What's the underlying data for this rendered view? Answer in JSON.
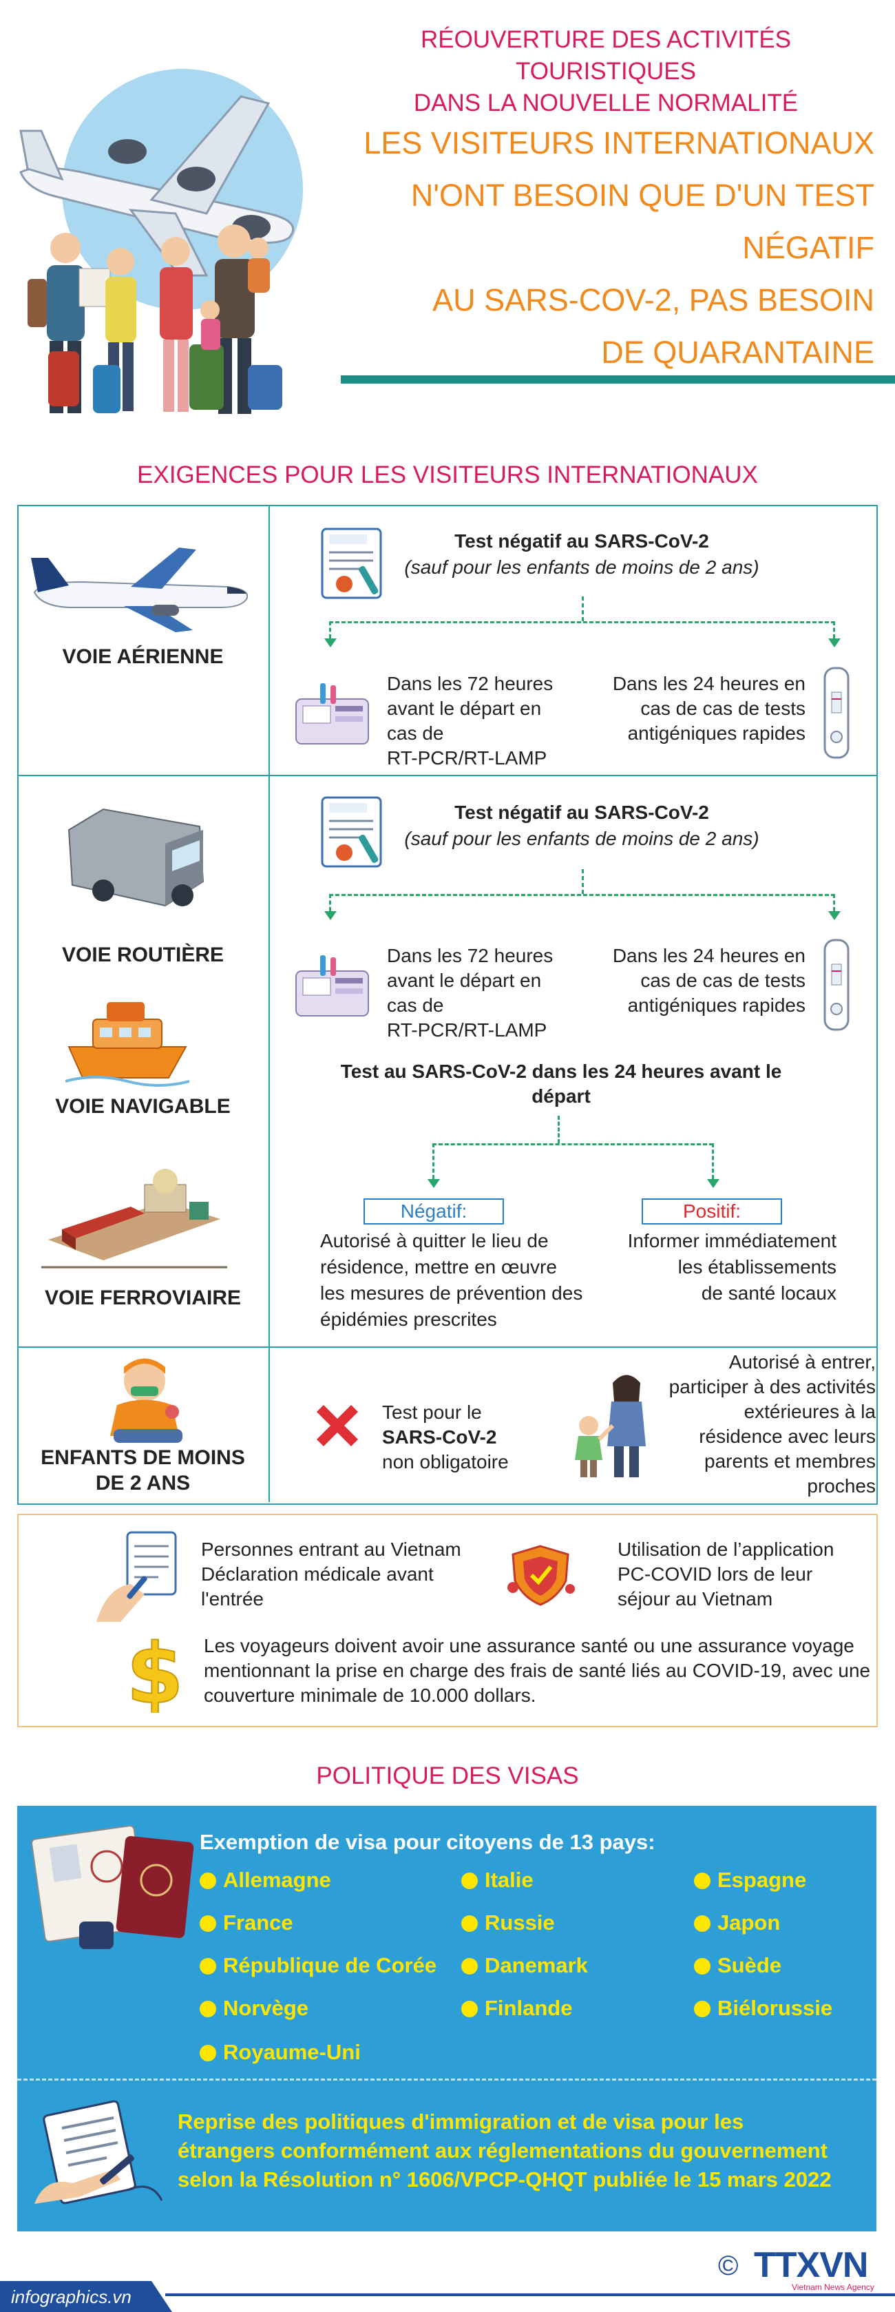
{
  "header": {
    "subtitle_line1": "RÉOUVERTURE DES ACTIVITÉS TOURISTIQUES",
    "subtitle_line2": "DANS LA NOUVELLE NORMALITÉ",
    "title_lines": [
      "LES VISITEURS INTERNATIONAUX",
      "N'ONT BESOIN QUE D'UN TEST NÉGATIF",
      "AU SARS-COV-2, PAS BESOIN",
      "DE QUARANTAINE"
    ]
  },
  "requirements": {
    "heading": "EXIGENCES POUR LES VISITEURS INTERNATIONAUX",
    "air": {
      "label": "VOIE AÉRIENNE",
      "test_title": "Test négatif au SARS-CoV-2",
      "test_note": "(sauf pour les enfants de moins de 2 ans)",
      "left_lines": [
        "Dans les 72 heures",
        "avant le départ en",
        "cas de",
        "RT-PCR/RT-LAMP"
      ],
      "right_lines": [
        "Dans les 24 heures en",
        "cas de cas de tests",
        "antigéniques rapides"
      ]
    },
    "land": {
      "labels": [
        "VOIE ROUTIÈRE",
        "VOIE NAVIGABLE",
        "VOIE FERROVIAIRE"
      ],
      "test_title": "Test négatif au SARS-CoV-2",
      "test_note": "(sauf pour les enfants de moins de 2 ans)",
      "left_lines": [
        "Dans les 72 heures",
        "avant le départ en",
        "cas de",
        "RT-PCR/RT-LAMP"
      ],
      "right_lines": [
        "Dans les 24 heures en",
        "cas de cas de tests",
        "antigéniques rapides"
      ],
      "second_test_lines": [
        "Test au SARS-CoV-2 dans les 24 heures avant le",
        "départ"
      ],
      "negative_label": "Négatif:",
      "positive_label": "Positif:",
      "negative_lines": [
        "Autorisé à quitter le lieu de",
        "résidence, mettre en œuvre",
        "les mesures de prévention des",
        "épidémies prescrites"
      ],
      "positive_lines": [
        "Informer immédiatement",
        "les établissements",
        "de santé locaux"
      ]
    },
    "children": {
      "label_lines": [
        "ENFANTS DE MOINS",
        "DE 2 ANS"
      ],
      "test_lines": [
        "Test pour  le",
        "SARS-CoV-2",
        "non obligatoire"
      ],
      "right_lines": [
        "Autorisé à entrer,",
        "participer à des activités",
        "extérieures à la",
        "résidence avec leurs",
        "parents et membres",
        "proches"
      ]
    }
  },
  "info": {
    "declaration_lines": [
      "Personnes entrant au Vietnam",
      "Déclaration médicale avant",
      "l'entrée"
    ],
    "app_lines": [
      "Utilisation de l’application",
      "PC-COVID lors de leur",
      "séjour au Vietnam"
    ],
    "insurance_lines": [
      "Les voyageurs doivent avoir une assurance santé ou une assurance voyage",
      "mentionnant la prise en charge des frais de santé liés au COVID-19, avec une",
      "couverture minimale de 10.000 dollars."
    ]
  },
  "visa": {
    "heading": "POLITIQUE DES VISAS",
    "exemption_title": "Exemption de visa pour citoyens de 13 pays:",
    "countries": [
      "Allemagne",
      "Italie",
      "Espagne",
      "France",
      "Russie",
      "Japon",
      "République de Corée",
      "Danemark",
      "Suède",
      "Norvège",
      "Finlande",
      "Biélorussie",
      "Royaume-Uni"
    ],
    "policy_lines": [
      "Reprise des politiques d'immigration et de visa pour les",
      "étrangers conformément aux réglementations du gouvernement",
      "selon la Résolution n° 1606/VPCP-QHQT publiée le 15 mars 2022"
    ]
  },
  "footer": {
    "site": "infographics.vn",
    "copyright": "©",
    "brand": "TTXVN",
    "brand_sub": "Vietnam News Agency"
  },
  "icons": {
    "airplane": "airplane-icon",
    "van": "van-icon",
    "boat": "boat-icon",
    "train": "train-icon",
    "baby": "baby-icon",
    "cross": "cross-icon",
    "family": "family-icon",
    "form": "medical-form-icon",
    "test_kit": "test-kit-icon",
    "pcr_machine": "pcr-machine-icon",
    "shield": "shield-icon",
    "dollar": "dollar-icon",
    "passport": "passport-icon",
    "signing": "signing-icon"
  },
  "colors": {
    "pink": "#d81b60",
    "orange": "#f08a1c",
    "teal": "#1b8f88",
    "green_dash": "#27a56b",
    "visa_blue": "#2d9fd6",
    "yellow": "#ffe600",
    "info_border": "#f3c27d"
  }
}
